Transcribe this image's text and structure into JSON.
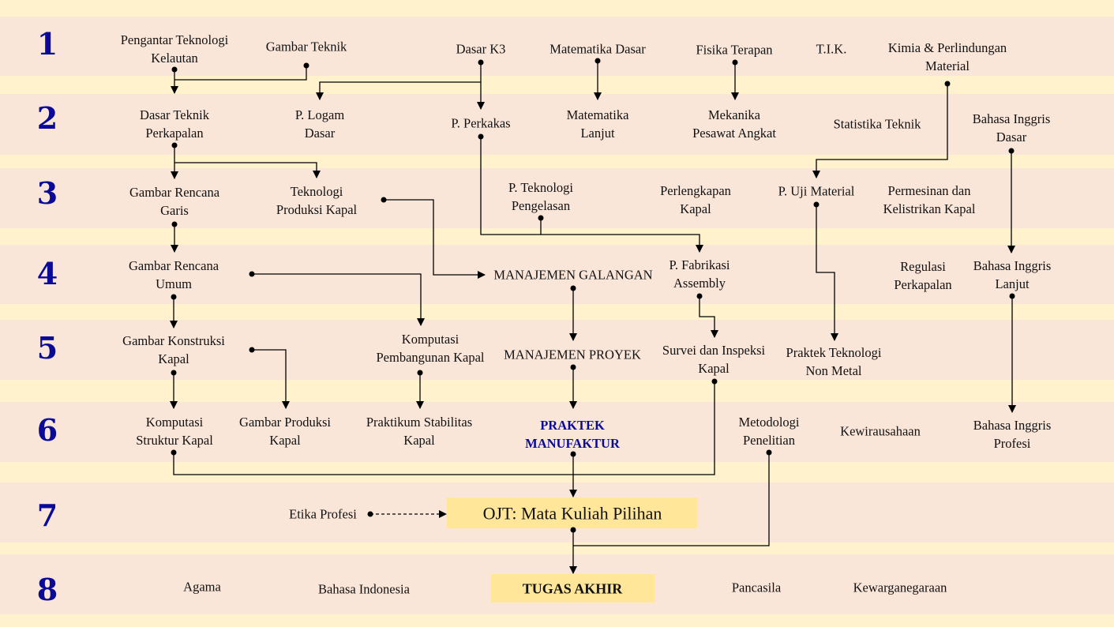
{
  "semesters": [
    "1",
    "2",
    "3",
    "4",
    "5",
    "6",
    "7",
    "8"
  ],
  "courses": {
    "s1": [
      "Pengantar Teknologi\nKelautan",
      "Gambar Teknik",
      "Dasar K3",
      "Matematika Dasar",
      "Fisika Terapan",
      "T.I.K.",
      "Kimia & Perlindungan\nMaterial"
    ],
    "s2": [
      "Dasar Teknik\nPerkapalan",
      "P. Logam\nDasar",
      "P. Perkakas",
      "Matematika\nLanjut",
      "Mekanika\nPesawat Angkat",
      "Statistika  Teknik",
      "Bahasa Inggris\nDasar"
    ],
    "s3": [
      "Gambar Rencana\nGaris",
      "Teknologi\nProduksi Kapal",
      "P. Teknologi\nPengelasan",
      "Perlengkapan\nKapal",
      "P. Uji Material",
      "Permesinan dan\nKelistrikan Kapal"
    ],
    "s4": [
      "Gambar Rencana\nUmum",
      "MANAJEMEN GALANGAN",
      "P. Fabrikasi\nAssembly",
      "Regulasi\nPerkapalan",
      "Bahasa Inggris\nLanjut"
    ],
    "s5": [
      "Gambar Konstruksi\nKapal",
      "Komputasi\nPembangunan Kapal",
      "MANAJEMEN PROYEK",
      "Survei dan Inspeksi\nKapal",
      "Praktek Teknologi\nNon Metal"
    ],
    "s6": [
      "Komputasi\nStruktur Kapal",
      "Gambar Produksi\nKapal",
      "Praktikum Stabilitas\nKapal",
      "PRAKTEK\nMANUFAKTUR",
      "Metodologi\nPenelitian",
      "Kewirausahaan",
      "Bahasa Inggris\nProfesi"
    ],
    "s7": [
      "Etika Profesi",
      "OJT: Mata Kuliah Pilihan"
    ],
    "s8": [
      "Agama",
      "Bahasa Indonesia",
      "TUGAS AKHIR",
      "Pancasila",
      "Kewarganegaraan"
    ]
  },
  "colors": {
    "band": "#fae5d9",
    "background": "#fff2cc",
    "highlight_box": "#ffe699",
    "number": "#0a0a96"
  }
}
